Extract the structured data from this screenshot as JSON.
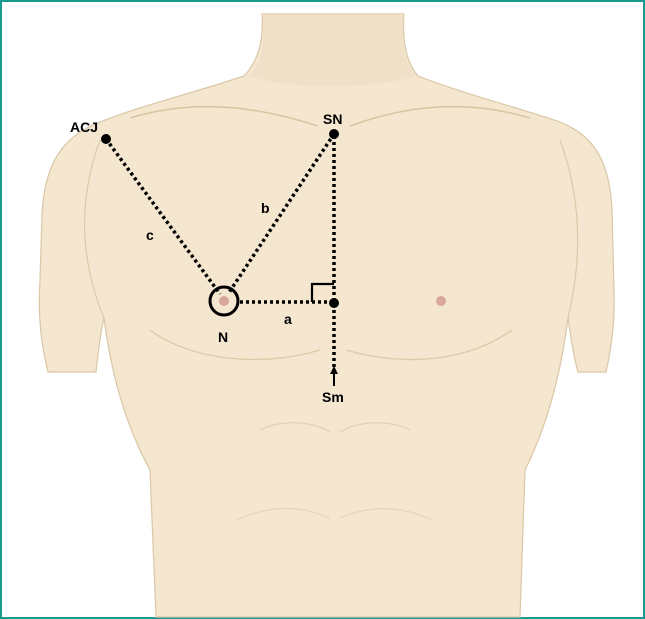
{
  "labels": {
    "acj": "ACJ",
    "sn": "SN",
    "n": "N",
    "sm": "Sm",
    "a": "a",
    "b": "b",
    "c": "c"
  },
  "colors": {
    "frame": "#1a9a8e",
    "skin": "#f4e6cf",
    "skin_shadow": "#ead9bd",
    "outline": "#cbb896",
    "nipple": "#c99a88",
    "line": "#000000"
  }
}
